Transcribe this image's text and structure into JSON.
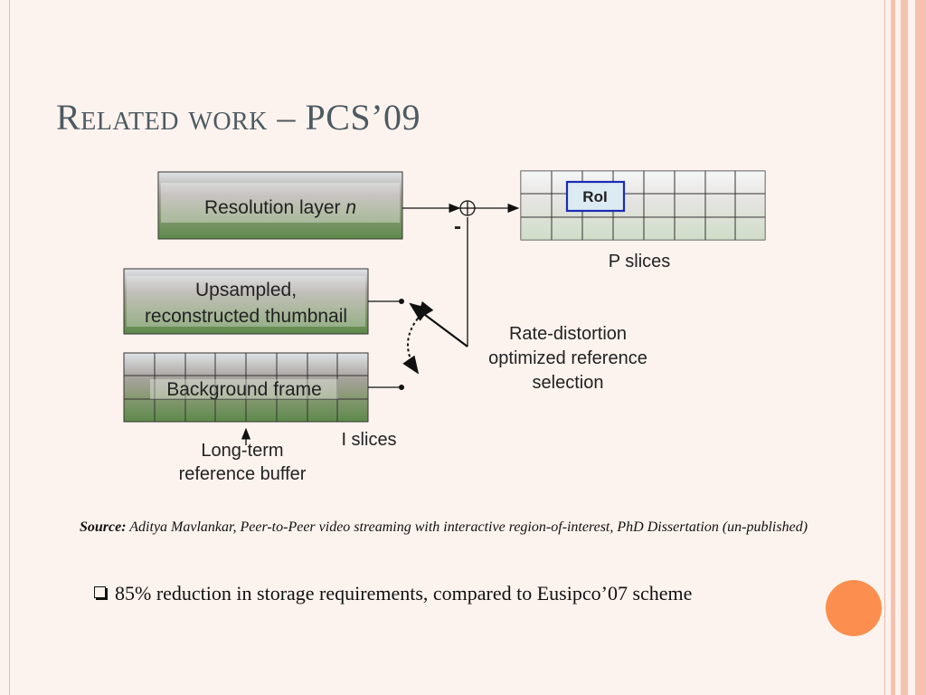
{
  "slide": {
    "title": "Related work – PCS’09",
    "accent_color": "#fc8f4f"
  },
  "diagram": {
    "res_layer_label": "Resolution layer ",
    "res_layer_var": "n",
    "minus_sign": "-",
    "roi_label": "RoI",
    "p_slices_label": "P slices",
    "upsampled_line1": "Upsampled,",
    "upsampled_line2": "reconstructed thumbnail",
    "background_label": "Background frame",
    "rd_line1": "Rate-distortion",
    "rd_line2": "optimized reference",
    "rd_line3": "selection",
    "i_slices_label": "I slices",
    "lt_line1": "Long-term",
    "lt_line2": "reference buffer"
  },
  "source": {
    "label": "Source:",
    "text": " Aditya Mavlankar, Peer-to-Peer video streaming with interactive region-of-interest, PhD Dissertation (un-published)"
  },
  "bullet": {
    "text": "85% reduction in storage requirements, compared to Eusipco’07 scheme"
  }
}
